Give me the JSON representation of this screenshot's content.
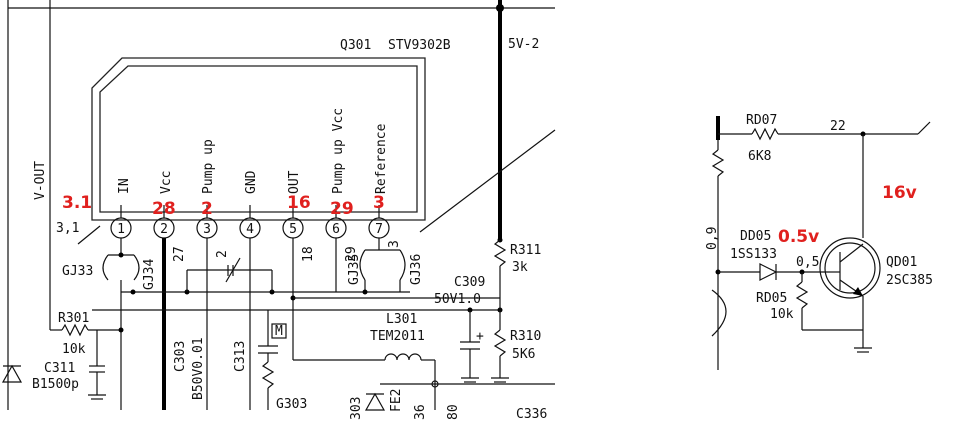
{
  "ic": {
    "ref": "Q301",
    "part": "STV9302B",
    "pins": [
      {
        "num": "1",
        "name": "IN",
        "voltage": "3.1"
      },
      {
        "num": "2",
        "name": "Vcc",
        "voltage": "28"
      },
      {
        "num": "3",
        "name": "Pump up",
        "voltage": "2"
      },
      {
        "num": "4",
        "name": "GND",
        "voltage": ""
      },
      {
        "num": "5",
        "name": "OUT",
        "voltage": "16"
      },
      {
        "num": "6",
        "name": "Pump up Vcc",
        "voltage": "29"
      },
      {
        "num": "7",
        "name": "Reference",
        "voltage": "3"
      }
    ]
  },
  "nets": {
    "supply": "5V-2",
    "vout": "V-OUT",
    "v_in": "3,1",
    "n27": "27",
    "n2": "2",
    "n18": "18",
    "n29": "29",
    "n3": "3",
    "n303": "303",
    "n36": "36",
    "n80": "80",
    "n22": "22",
    "n09": "0,9",
    "n05": "0,5"
  },
  "parts": {
    "gj33": "GJ33",
    "gj34": "GJ34",
    "gj35": "GJ35",
    "gj36": "GJ36",
    "r301_ref": "R301",
    "r301_val": "10k",
    "c311_ref": "C311",
    "c311_val": "B1500p",
    "c303_ref": "C303",
    "c303_val": "B50V0.01",
    "c313_ref": "C313",
    "g303": "G303",
    "m": "M",
    "l301_ref": "L301",
    "l301_val": "TEM2011",
    "c309_ref": "C309",
    "c309_val": "50V1.0",
    "r311_ref": "R311",
    "r311_val": "3k",
    "r310_ref": "R310",
    "r310_val": "5K6",
    "fe2": "FE2",
    "c336": "C336",
    "rd07_ref": "RD07",
    "rd07_val": "6K8",
    "dd05_ref": "DD05",
    "dd05_val": "1SS133",
    "rd05_ref": "RD05",
    "rd05_val": "10k",
    "qd01_ref": "QD01",
    "qd01_val": "2SC385"
  },
  "annotations": {
    "dd05_voltage": "0.5v",
    "qd01_voltage": "16v"
  },
  "colors": {
    "annotation": "#e0201e",
    "line": "#111111"
  }
}
